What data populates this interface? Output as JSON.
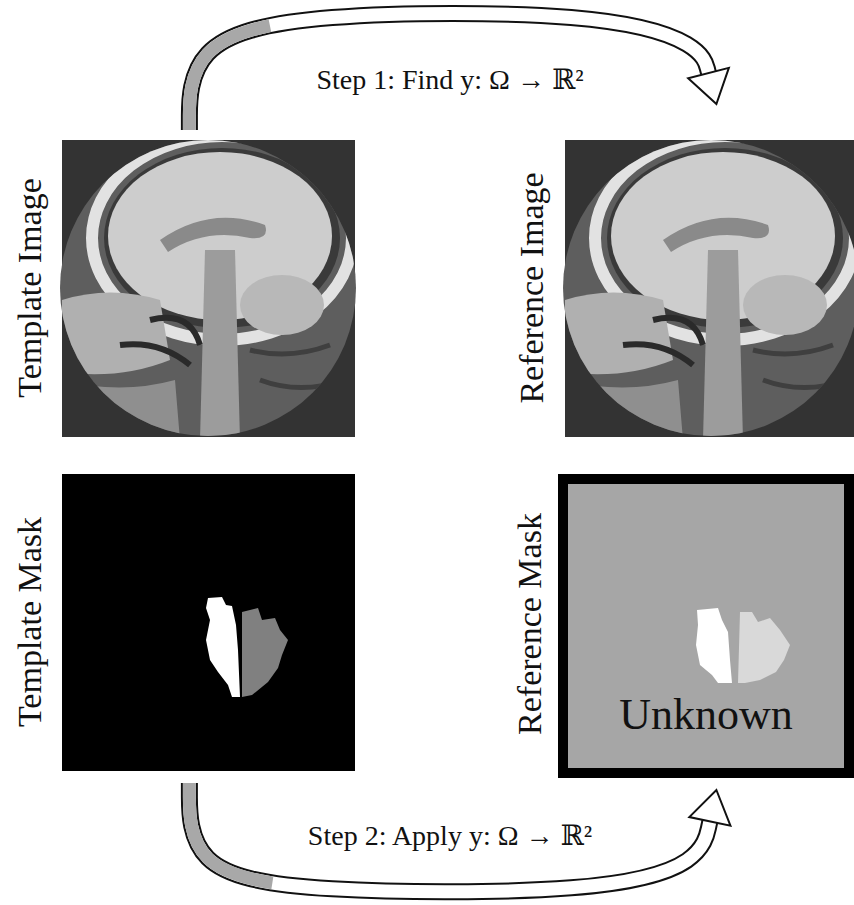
{
  "diagram": {
    "nodes": [
      {
        "text": [
          "Template Image"
        ]
      },
      {
        "text": [
          "Reference Image"
        ]
      },
      {
        "text": [
          "Template Mask"
        ]
      },
      {
        "text": [
          "Reference Mask",
          "Unknown"
        ]
      }
    ],
    "edges": [
      {
        "from": 0,
        "to": 1,
        "arrow": "to",
        "label": "Step 1: Find y: Ω → ℝ²"
      },
      {
        "from": 2,
        "to": 3,
        "arrow": "to",
        "label": "Step 2: Apply y: Ω → ℝ²"
      }
    ]
  }
}
